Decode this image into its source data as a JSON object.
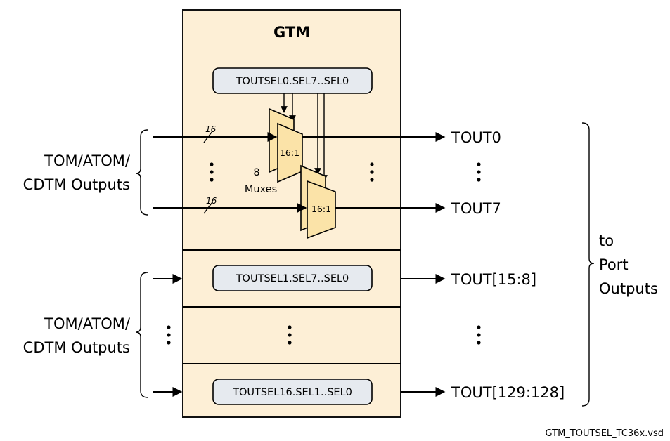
{
  "gtm_title": "GTM",
  "registers": {
    "toutsel0": "TOUTSEL0.SEL7..SEL0",
    "toutsel1": "TOUTSEL1.SEL7..SEL0",
    "toutsel16": "TOUTSEL16.SEL1..SEL0"
  },
  "mux": {
    "ratio_top": "16:1",
    "ratio_bottom": "16:1",
    "count": "8",
    "count_label": "Muxes",
    "bus_width_top": "16",
    "bus_width_bottom": "16"
  },
  "inputs": {
    "top_label_line1": "TOM/ATOM/",
    "top_label_line2": "CDTM Outputs",
    "bottom_label_line1": "TOM/ATOM/",
    "bottom_label_line2": "CDTM Outputs"
  },
  "outputs": {
    "tout0": "TOUT0",
    "tout7": "TOUT7",
    "tout15_8": "TOUT[15:8]",
    "tout129_128": "TOUT[129:128]"
  },
  "port_label": {
    "line1": "to",
    "line2": "Port",
    "line3": "Outputs"
  },
  "footer": "GTM_TOUTSEL_TC36x.vsd"
}
